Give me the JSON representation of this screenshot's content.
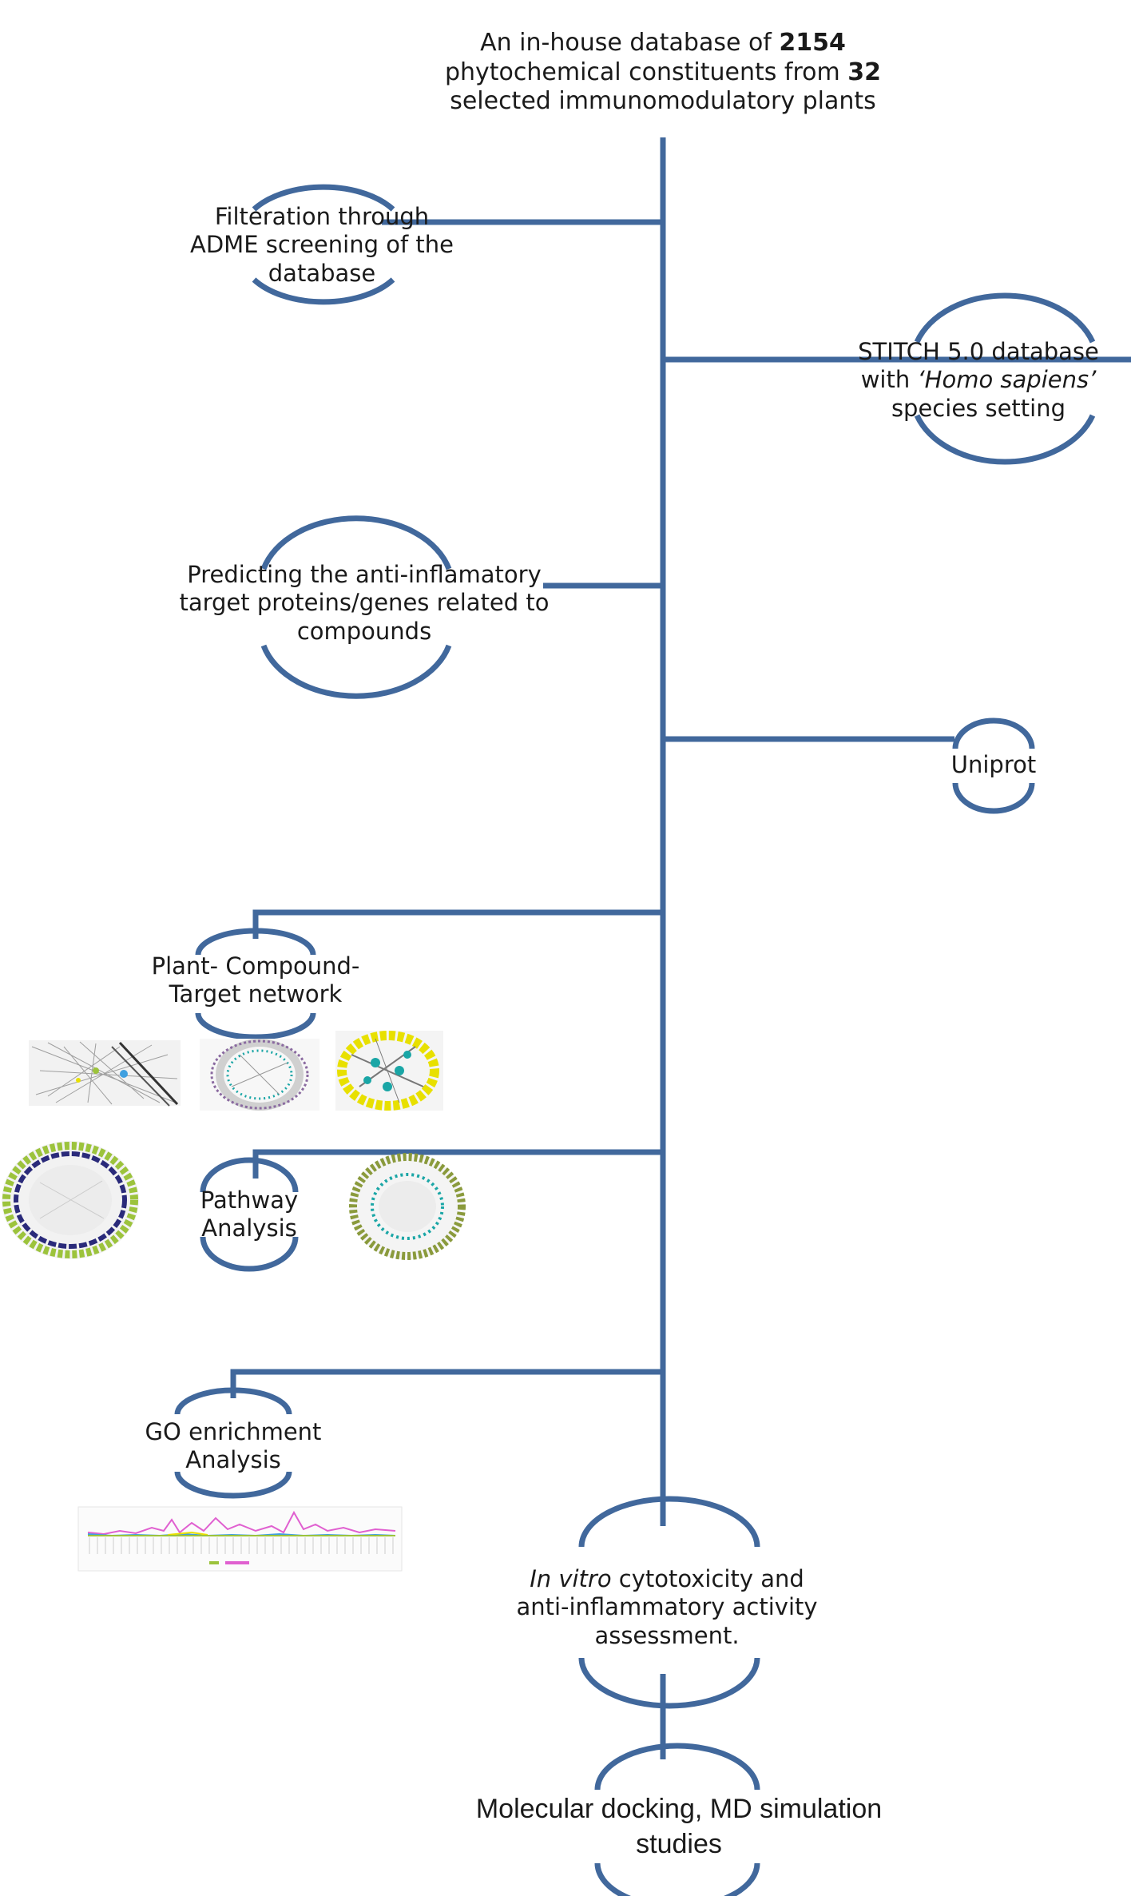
{
  "steps": {
    "database": {
      "line1_prefix": "An in-house database of ",
      "count_compounds": "2154",
      "line2_prefix": "phytochemical constituents from ",
      "count_plants": "32",
      "line3": "selected immunomodulatory plants"
    },
    "filtration": {
      "line1": "Filteration through",
      "line2": "ADME screening of the",
      "line3": "database"
    },
    "stitch": {
      "line1": "STITCH 5.0 database",
      "line2_prefix": "with  ",
      "line2_italic": "‘Homo sapiens’",
      "line3": "species setting"
    },
    "predicting": {
      "line1": "Predicting the anti-inflamatory",
      "line2": "target proteins/genes related to",
      "line3": "compounds"
    },
    "uniprot": {
      "label": "Uniprot"
    },
    "network": {
      "line1": "Plant- Compound-",
      "line2": "Target network"
    },
    "pathway": {
      "line1": "Pathway",
      "line2": "Analysis"
    },
    "go": {
      "line1": "GO enrichment",
      "line2": "Analysis"
    },
    "invitro": {
      "line1_italic": "In vitro",
      "line1_rest": " cytotoxicity and",
      "line2": "anti-inflammatory activity",
      "line3": "assessment."
    },
    "docking": {
      "line1": "Molecular docking, MD simulation",
      "line2": "studies"
    }
  },
  "colors": {
    "flow_line": "#41689c",
    "node_yellow": "#e8e000",
    "node_teal": "#1aa6a6",
    "node_purple": "#8a6aa0",
    "node_green": "#9cc33c",
    "node_navy": "#2a2a7a",
    "chart_pink": "#e060d0",
    "chart_blue": "#40a0e0"
  }
}
